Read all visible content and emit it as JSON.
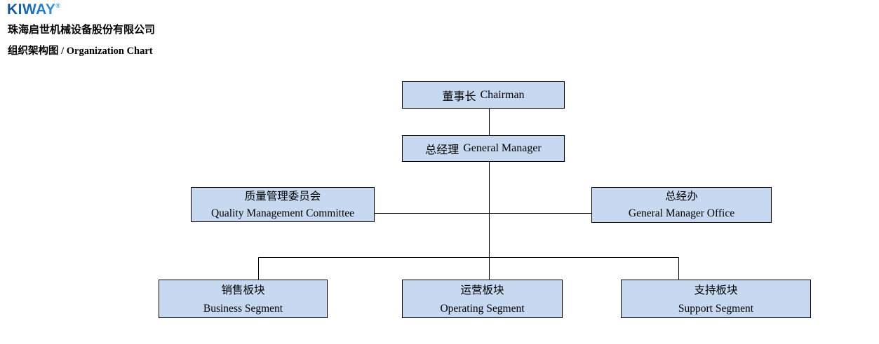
{
  "header": {
    "logo_text": "KIWAY",
    "logo_mark": "®",
    "company_name": "珠海启世机械设备股份有限公司",
    "chart_title": "组织架构图 / Organization Chart"
  },
  "org": {
    "chairman": {
      "zh": "董事长",
      "en": "Chairman"
    },
    "general_manager": {
      "zh": "总经理",
      "en": "General Manager"
    },
    "quality_committee": {
      "zh": "质量管理委员会",
      "en": "Quality Management Committee"
    },
    "gm_office": {
      "zh": "总经办",
      "en": "General Manager Office"
    },
    "business_segment": {
      "zh": "销售板块",
      "en": "Business Segment"
    },
    "operating_segment": {
      "zh": "运营板块",
      "en": "Operating Segment"
    },
    "support_segment": {
      "zh": "支持板块",
      "en": "Support Segment"
    }
  },
  "colors": {
    "node_fill": "#c6d9f1",
    "node_border": "#000000",
    "connector": "#000000",
    "logo_blue_dark": "#0f4f9a",
    "logo_blue_light": "#38a0dc"
  }
}
